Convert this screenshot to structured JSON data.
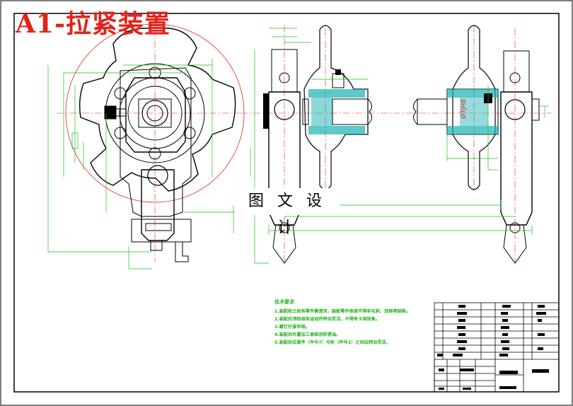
{
  "title": "A1-拉紧装置",
  "watermark": "图 文 设 计",
  "section_label": "Ø7JH8",
  "tech_notes": {
    "heading": "技术要求",
    "items": [
      "1.装配前之前各零件需清洗，装配零件表面不得有毛刺、划痕等缺陷。",
      "2.装配后须检验各运动件转动灵活，不得有卡滞现象。",
      "3.螺钉拧紧牢固。",
      "4.装配后外露加工表面涂防锈油。",
      "5.装配后拉紧件（件号7）与轮（件号3）之间应转动灵活。"
    ]
  },
  "colors": {
    "outline": "#000000",
    "dimension": "#19c219",
    "center": "#e0241b",
    "hatch": "#18b2b2",
    "title": "#e0241b"
  }
}
